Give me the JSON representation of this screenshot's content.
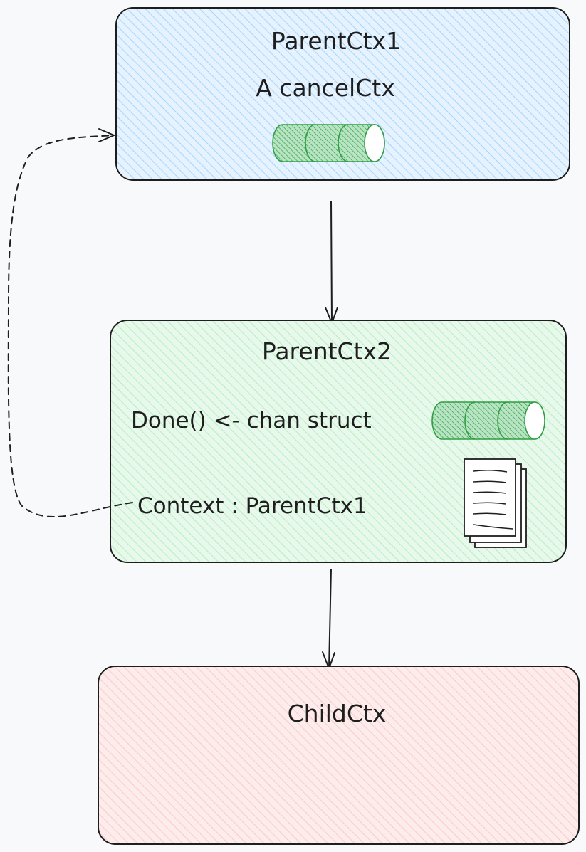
{
  "diagram": {
    "parent1": {
      "title": "ParentCtx1",
      "subtitle": "A cancelCtx",
      "fill_color": "#a5d8ff",
      "channel_color": "#2f9e44"
    },
    "parent2": {
      "title": "ParentCtx2",
      "done_label": "Done() <- chan struct",
      "context_label": "Context : ParentCtx1",
      "fill_color": "#b2f2bb",
      "channel_color": "#2f9e44",
      "icon": "document-stack-icon"
    },
    "child": {
      "title": "ChildCtx",
      "fill_color": "#ffc9c9"
    },
    "stroke_color": "#1e1e1e"
  }
}
